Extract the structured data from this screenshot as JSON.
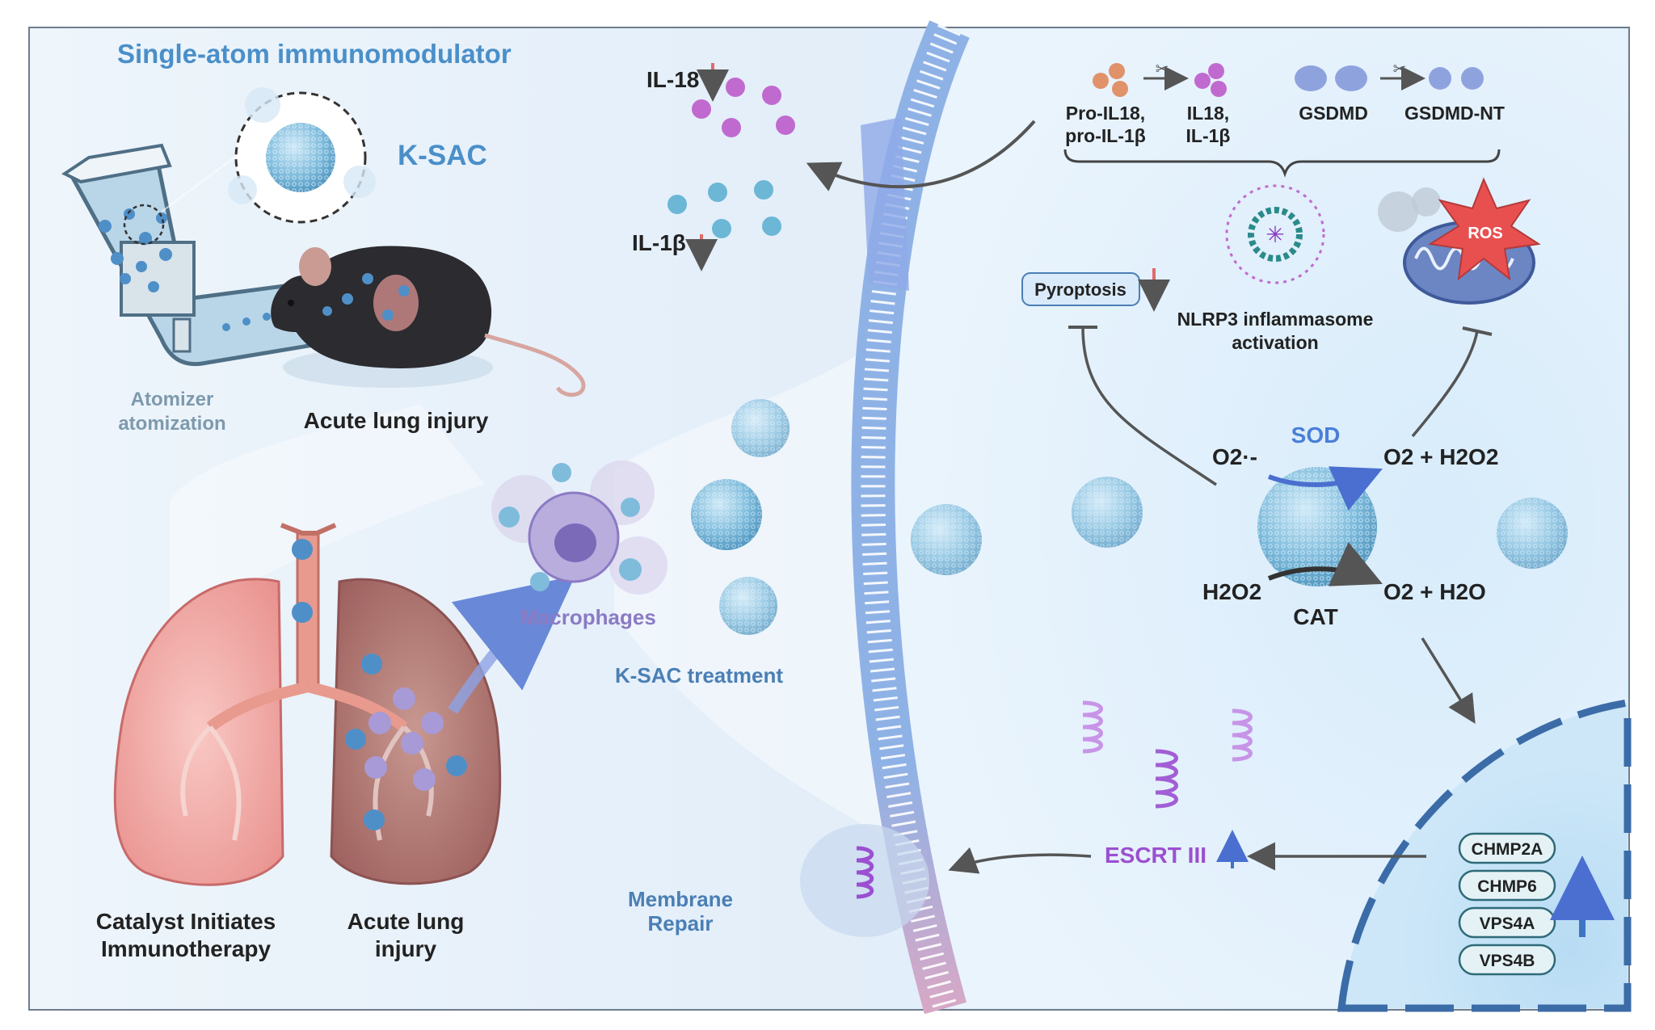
{
  "title": "Single-atom immunomodulator",
  "ksac_label": "K-SAC",
  "atomizer_label": [
    "Atomizer",
    "atomization"
  ],
  "mouse_label": "Acute lung injury",
  "lung_label_left": [
    "Catalyst  Initiates",
    "Immunotherapy"
  ],
  "lung_label_right": [
    "Acute lung",
    "injury"
  ],
  "macrophages_label": "Macrophages",
  "treatment_label": "K-SAC treatment",
  "membrane_repair_label": [
    "Membrane",
    "Repair"
  ],
  "cytokines": {
    "il18": "IL-18",
    "il1b": "IL-1β"
  },
  "cleavage": {
    "pro_label": [
      "Pro-IL18,",
      "pro-IL-1β"
    ],
    "mature_label": [
      "IL18,",
      "IL-1β"
    ],
    "gsdmd": "GSDMD",
    "gsdmd_nt": "GSDMD-NT"
  },
  "pyroptosis_label": "Pyroptosis",
  "nlrp3_label": [
    "NLRP3 inflammasome",
    "activation"
  ],
  "ros_label": "ROS",
  "reactions": {
    "sod": "SOD",
    "cat": "CAT",
    "superoxide": "O2·-",
    "o2_h2o2": "O2 + H2O2",
    "h2o2": "H2O2",
    "o2_h2o": "O2 + H2O"
  },
  "escrt_label": "ESCRT III",
  "genes": [
    "CHMP2A",
    "CHMP6",
    "VPS4A",
    "VPS4B"
  ],
  "colors": {
    "title_blue": "#4a8fc9",
    "escrt_purple": "#9b4fd0",
    "down_arrow_red": "#e06b6b",
    "up_arrow_blue": "#3f74c4",
    "membrane_blue": "#8fb2e6",
    "macrophage_purple": "#8b7ac4"
  }
}
